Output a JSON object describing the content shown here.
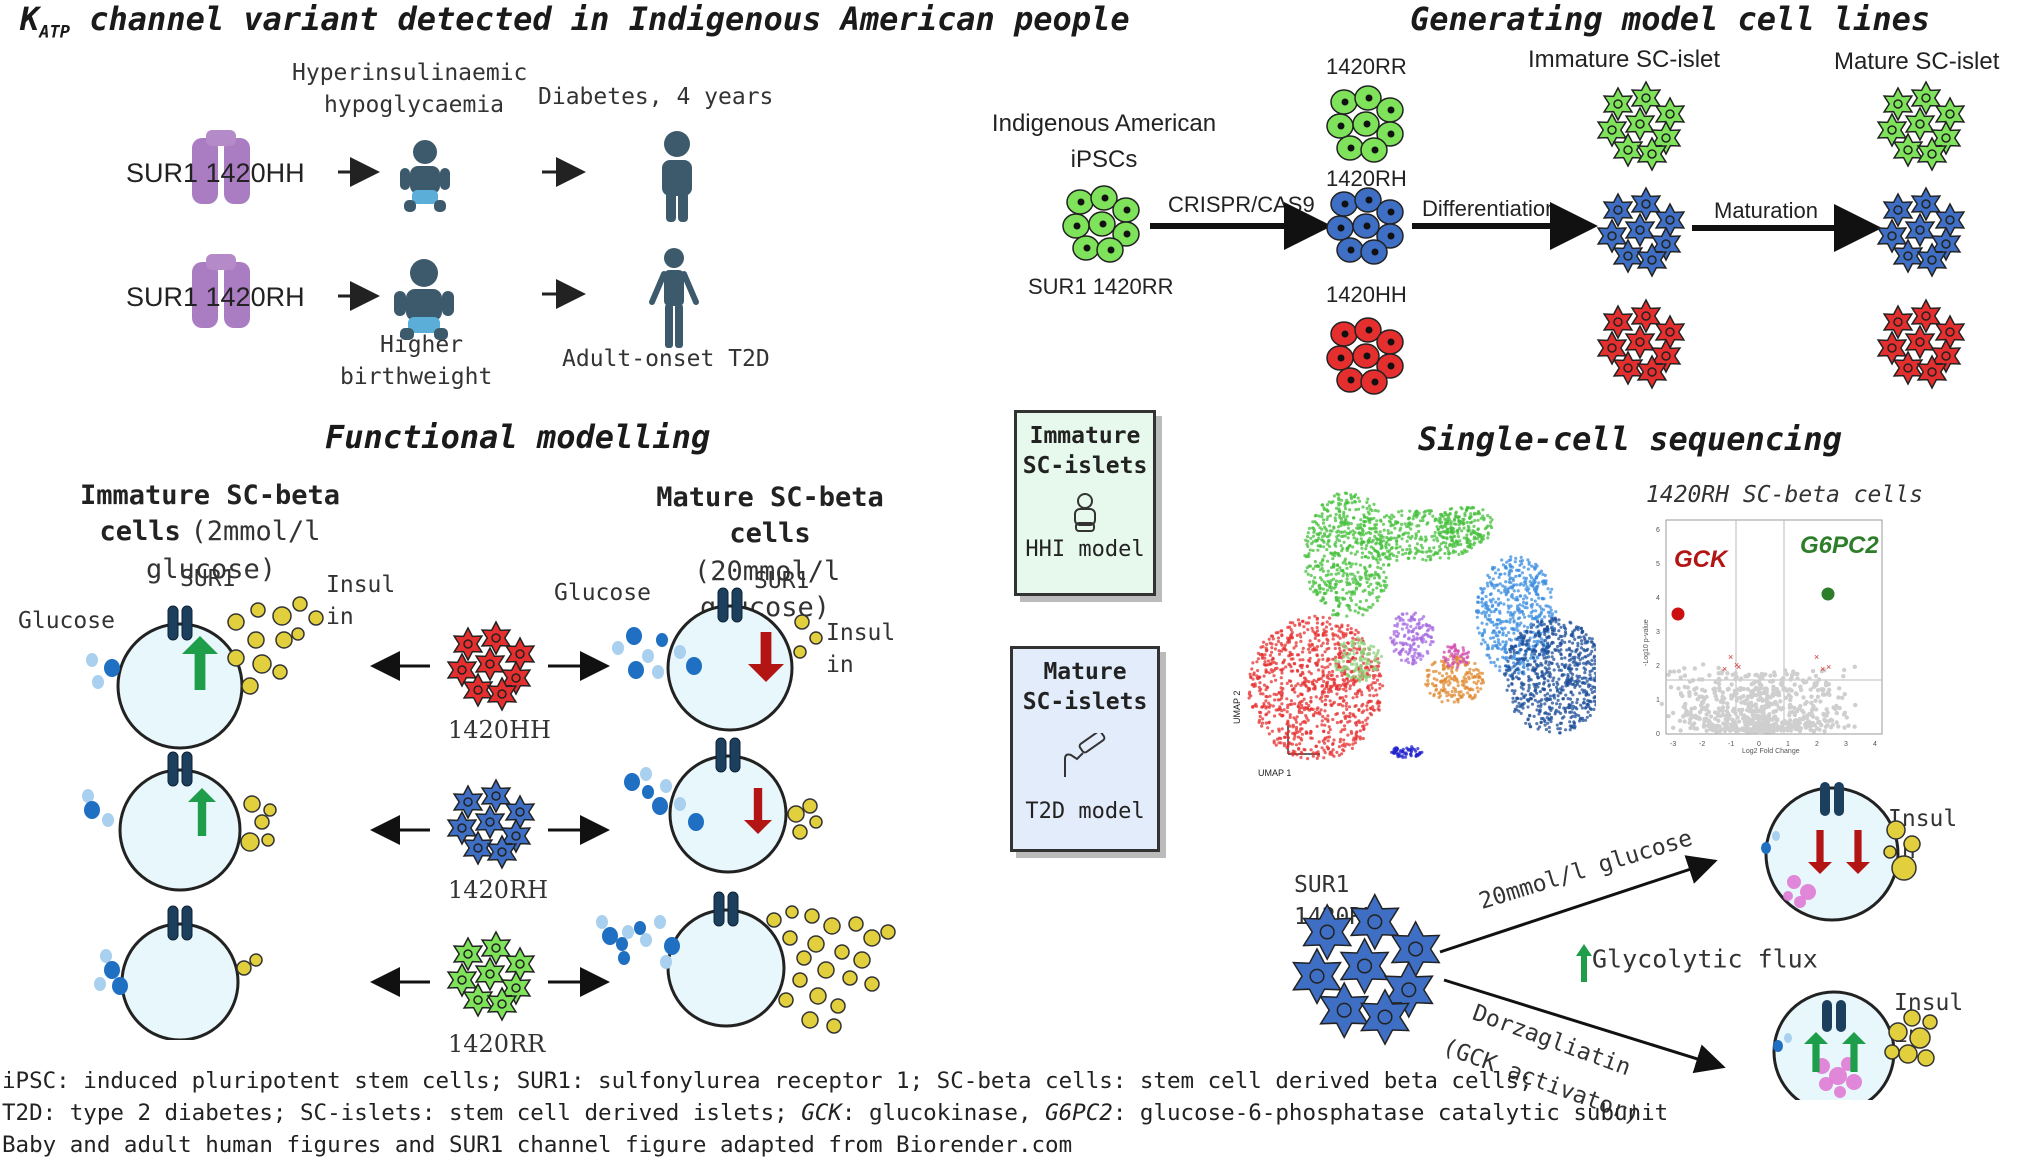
{
  "sections": {
    "katp_prefix": "K",
    "katp_sub": "ATP",
    "katp_rest": " channel variant detected in Indigenous American people",
    "generating": "Generating model cell lines",
    "functional": "Functional modelling",
    "singlecell": "Single-cell sequencing"
  },
  "katp": {
    "variant1": "SUR1 1420HH",
    "variant2": "SUR1 1420RH",
    "hhi_line1": "Hyperinsulinaemic",
    "hhi_line2": "hypoglycaemia",
    "diabetes": "Diabetes, 4 years",
    "higher_line1": "Higher",
    "higher_line2": "birthweight",
    "t2d": "Adult-onset T2D"
  },
  "generating": {
    "ipsc_line1": "Indigenous American",
    "ipsc_line2": "iPSCs",
    "ipsc_label": "SUR1 1420RR",
    "crispr": "CRISPR/CAS9",
    "rr": "1420RR",
    "rh": "1420RH",
    "hh": "1420HH",
    "differentiation": "Differentiation",
    "maturation": "Maturation",
    "immature": "Immature SC-islet",
    "mature": "Mature SC-islet"
  },
  "functional": {
    "imm_line1": "Immature SC-beta",
    "imm_line2": "cells",
    "imm_conc": "(2mmol/l",
    "imm_glucose": "glucose)",
    "mat_line1": "Mature SC-beta",
    "mat_line2": "cells",
    "mat_conc": "(20mmol/l",
    "mat_glucose": "glucose)",
    "sur1": "SUR1",
    "insulin_line1": "Insul",
    "insulin_line2": "in",
    "glucose": "Glucose",
    "hh": "1420HH",
    "rh": "1420RH",
    "rr": "1420RR"
  },
  "models": {
    "immature_line1": "Immature",
    "immature_line2": "SC-islets",
    "hhi_model": "HHI model",
    "mature_line1": "Mature",
    "mature_line2": "SC-islets",
    "t2d_model": "T2D model"
  },
  "singlecell": {
    "umap_y": "UMAP 2",
    "umap_x": "UMAP 1",
    "volcano_title": "1420RH SC-beta cells",
    "gck": "GCK",
    "g6pc2": "G6PC2",
    "volcano_xlabel": "Log2 Fold Change",
    "volcano_ylabel": "-Log10 p-value",
    "yticks": [
      "0",
      "1",
      "2",
      "3",
      "4",
      "5",
      "6"
    ],
    "xticks": [
      "-3",
      "-2",
      "-1",
      "0",
      "1",
      "2",
      "3",
      "4"
    ],
    "sur1_line1": "SUR1",
    "sur1_line2": "1420RH",
    "high_glucose": "20mmol/l glucose",
    "dorza_line1": "Dorzagliatin",
    "dorza_line2": "(GCK activator)",
    "glycolytic": "Glycolytic flux",
    "insulin_line1": "Insul",
    "insulin_line2": "in"
  },
  "footer": {
    "line1": "iPSC: induced pluripotent stem cells; SUR1: sulfonylurea receptor 1; SC-beta cells: stem cell derived beta cells;",
    "line2_a": "T2D: type 2 diabetes; SC-islets: stem cell derived islets; ",
    "line2_gck": "GCK",
    "line2_b": ": glucokinase, ",
    "line2_g6": "G6PC2",
    "line2_c": ": glucose-6-phosphatase catalytic subunit",
    "line3": "Baby and adult human figures and SUR1 channel figure adapted from Biorender.com"
  },
  "colors": {
    "rr": "#7ee35a",
    "rh": "#3f6fc4",
    "hh": "#e52f2f",
    "channel": "#9b66b8",
    "cell_fill": "#e8f7fb",
    "insulin": "#e2cf3e",
    "glucose_dark": "#1f6fc2",
    "glucose_light": "#a9d0ee",
    "arrow_up": "#1e9e4a",
    "arrow_down": "#b31515",
    "human": "#3d5a6c",
    "baby_diaper": "#5aaed8"
  }
}
